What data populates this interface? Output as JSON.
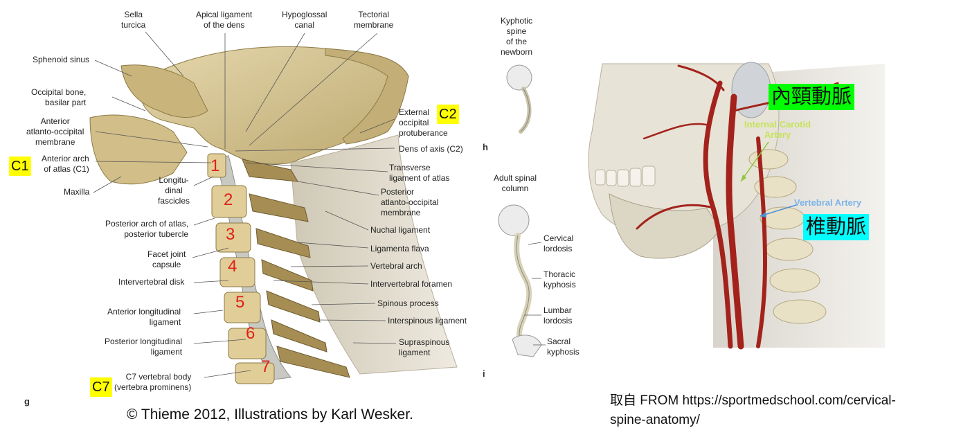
{
  "figure_g": {
    "letter": "g",
    "labels": {
      "sella_turcica": "Sella\nturcica",
      "apical_ligament": "Apical ligament\nof the dens",
      "hypoglossal_canal": "Hypoglossal\ncanal",
      "tectorial_membrane": "Tectorial\nmembrane",
      "sphenoid_sinus": "Sphenoid sinus",
      "occipital_bone": "Occipital bone,\nbasilar part",
      "anterior_aom": "Anterior\natlanto-occipital\nmembrane",
      "anterior_arch": "Anterior arch\nof atlas (C1)",
      "maxilla": "Maxilla",
      "longitudinal_fascicles": "Longitu-\ndinal\nfascicles",
      "posterior_arch": "Posterior arch of atlas,\nposterior tubercle",
      "facet_joint": "Facet joint\ncapsule",
      "intervertebral_disk": "Intervertebral disk",
      "anterior_longitudinal": "Anterior longitudinal\nligament",
      "posterior_longitudinal": "Posterior longitudinal\nligament",
      "c7_body": "C7 vertebral body\n(vertebra prominens)",
      "external_occipital": "External\noccipital\nprotuberance",
      "dens_of_axis": "Dens of axis (C2)",
      "transverse_ligament": "Transverse\nligament of atlas",
      "posterior_aom": "Posterior\natlanto-occipital\nmembrane",
      "nuchal_ligament": "Nuchal ligament",
      "ligamenta_flava": "Ligamenta flava",
      "vertebral_arch": "Vertebral arch",
      "intervertebral_foramen": "Intervertebral foramen",
      "spinous_process": "Spinous process",
      "interspinous_ligament": "Interspinous ligament",
      "supraspinous_ligament": "Supraspinous\nligament"
    },
    "highlights": {
      "c1": "C1",
      "c2": "C2",
      "c7": "C7"
    },
    "vertebra_numbers": [
      "1",
      "2",
      "3",
      "4",
      "5",
      "6",
      "7"
    ],
    "credit": "© Thieme 2012, Illustrations by Karl Wesker."
  },
  "figure_h": {
    "letter": "h",
    "label": "Kyphotic\nspine\nof the\nnewborn"
  },
  "figure_i": {
    "letter": "i",
    "title": "Adult spinal\ncolumn",
    "labels": {
      "cervical": "Cervical\nlordosis",
      "thoracic": "Thoracic\nkyphosis",
      "lumbar": "Lumbar\nlordosis",
      "sacral": "Sacral\nkyphosis"
    }
  },
  "figure_right": {
    "internal_carotid_en": "Internal Carotid\nArtery",
    "internal_carotid_zh": "內頸動脈",
    "vertebral_en": "Vertebral Artery",
    "vertebral_zh": "椎動脈",
    "source": "取自 FROM https://sportmedschool.com/cervical-\nspine-anatomy/"
  },
  "colors": {
    "highlight_yellow": "#ffff00",
    "highlight_green": "#00ff00",
    "highlight_cyan": "#00ffff",
    "vertebra_number_red": "#e0201a",
    "bone": "#d9c79a",
    "artery": "#a3231c"
  }
}
